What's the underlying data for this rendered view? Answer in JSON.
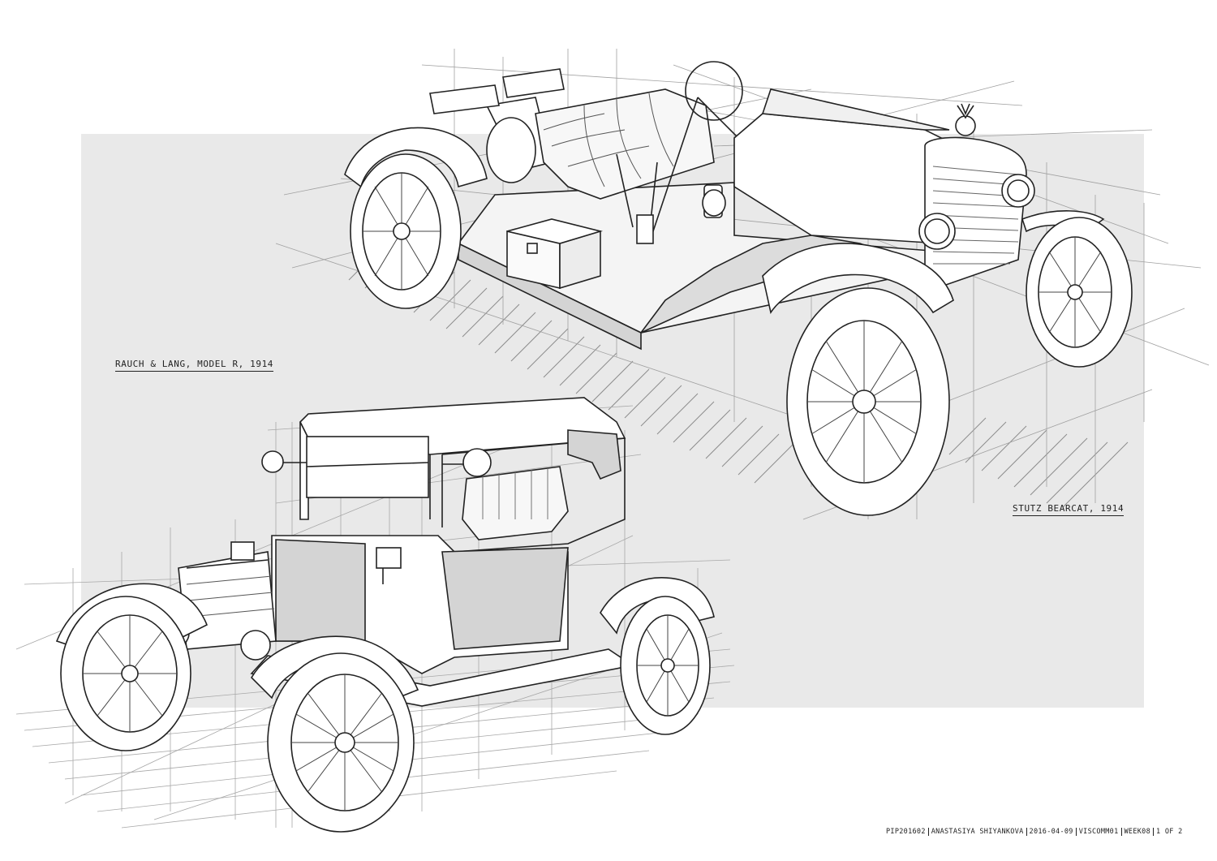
{
  "captions": {
    "rauch_lang": "RAUCH & LANG, MODEL R, 1914",
    "stutz_bearcat": "STUTZ BEARCAT, 1914"
  },
  "footer": {
    "code": "PIP201602",
    "author": "ANASTASIYA SHIYANKOVA",
    "date": "2016-04-09",
    "course": "VISCOMM01",
    "week": "WEEK08",
    "page": "1 OF 2"
  },
  "colors": {
    "backdrop": "#e9e9e9",
    "ink": "#222222",
    "construction": "#9a9a9a",
    "panel_shade": "#d4d4d4"
  },
  "illustrations": [
    "stutz-bearcat-drawing",
    "rauch-lang-drawing"
  ]
}
